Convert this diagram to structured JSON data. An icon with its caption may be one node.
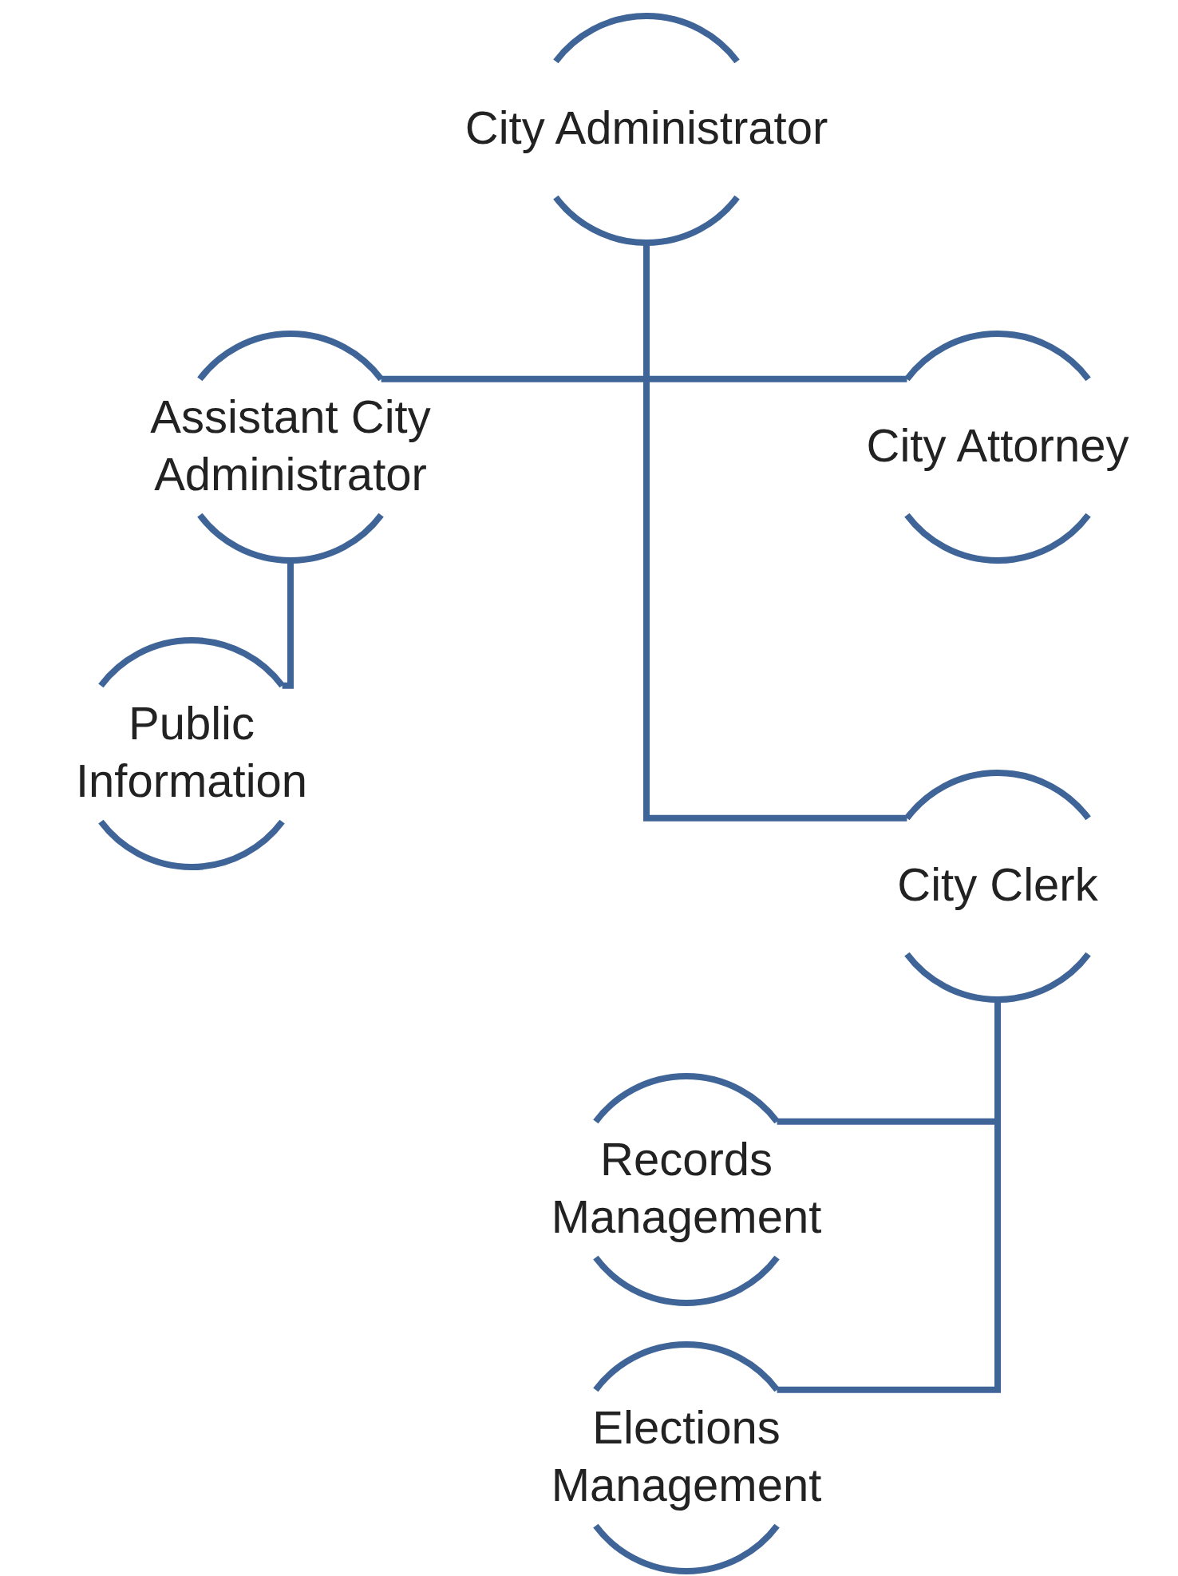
{
  "diagram": {
    "nodes": [
      {
        "text": [
          "City Administrator"
        ]
      },
      {
        "text": [
          "Assistant City Administrator"
        ]
      },
      {
        "text": [
          "City Attorney"
        ]
      },
      {
        "text": [
          "Public Information"
        ]
      },
      {
        "text": [
          "City Clerk"
        ]
      },
      {
        "text": [
          "Records Management"
        ]
      },
      {
        "text": [
          "Elections Management"
        ]
      }
    ],
    "edges": [
      {
        "from": 0,
        "to": 1,
        "arrow": "none"
      },
      {
        "from": 0,
        "to": 2,
        "arrow": "none"
      },
      {
        "from": 1,
        "to": 3,
        "arrow": "none"
      },
      {
        "from": 0,
        "to": 4,
        "arrow": "none"
      },
      {
        "from": 4,
        "to": 5,
        "arrow": "none"
      },
      {
        "from": 4,
        "to": 6,
        "arrow": "none"
      }
    ]
  }
}
